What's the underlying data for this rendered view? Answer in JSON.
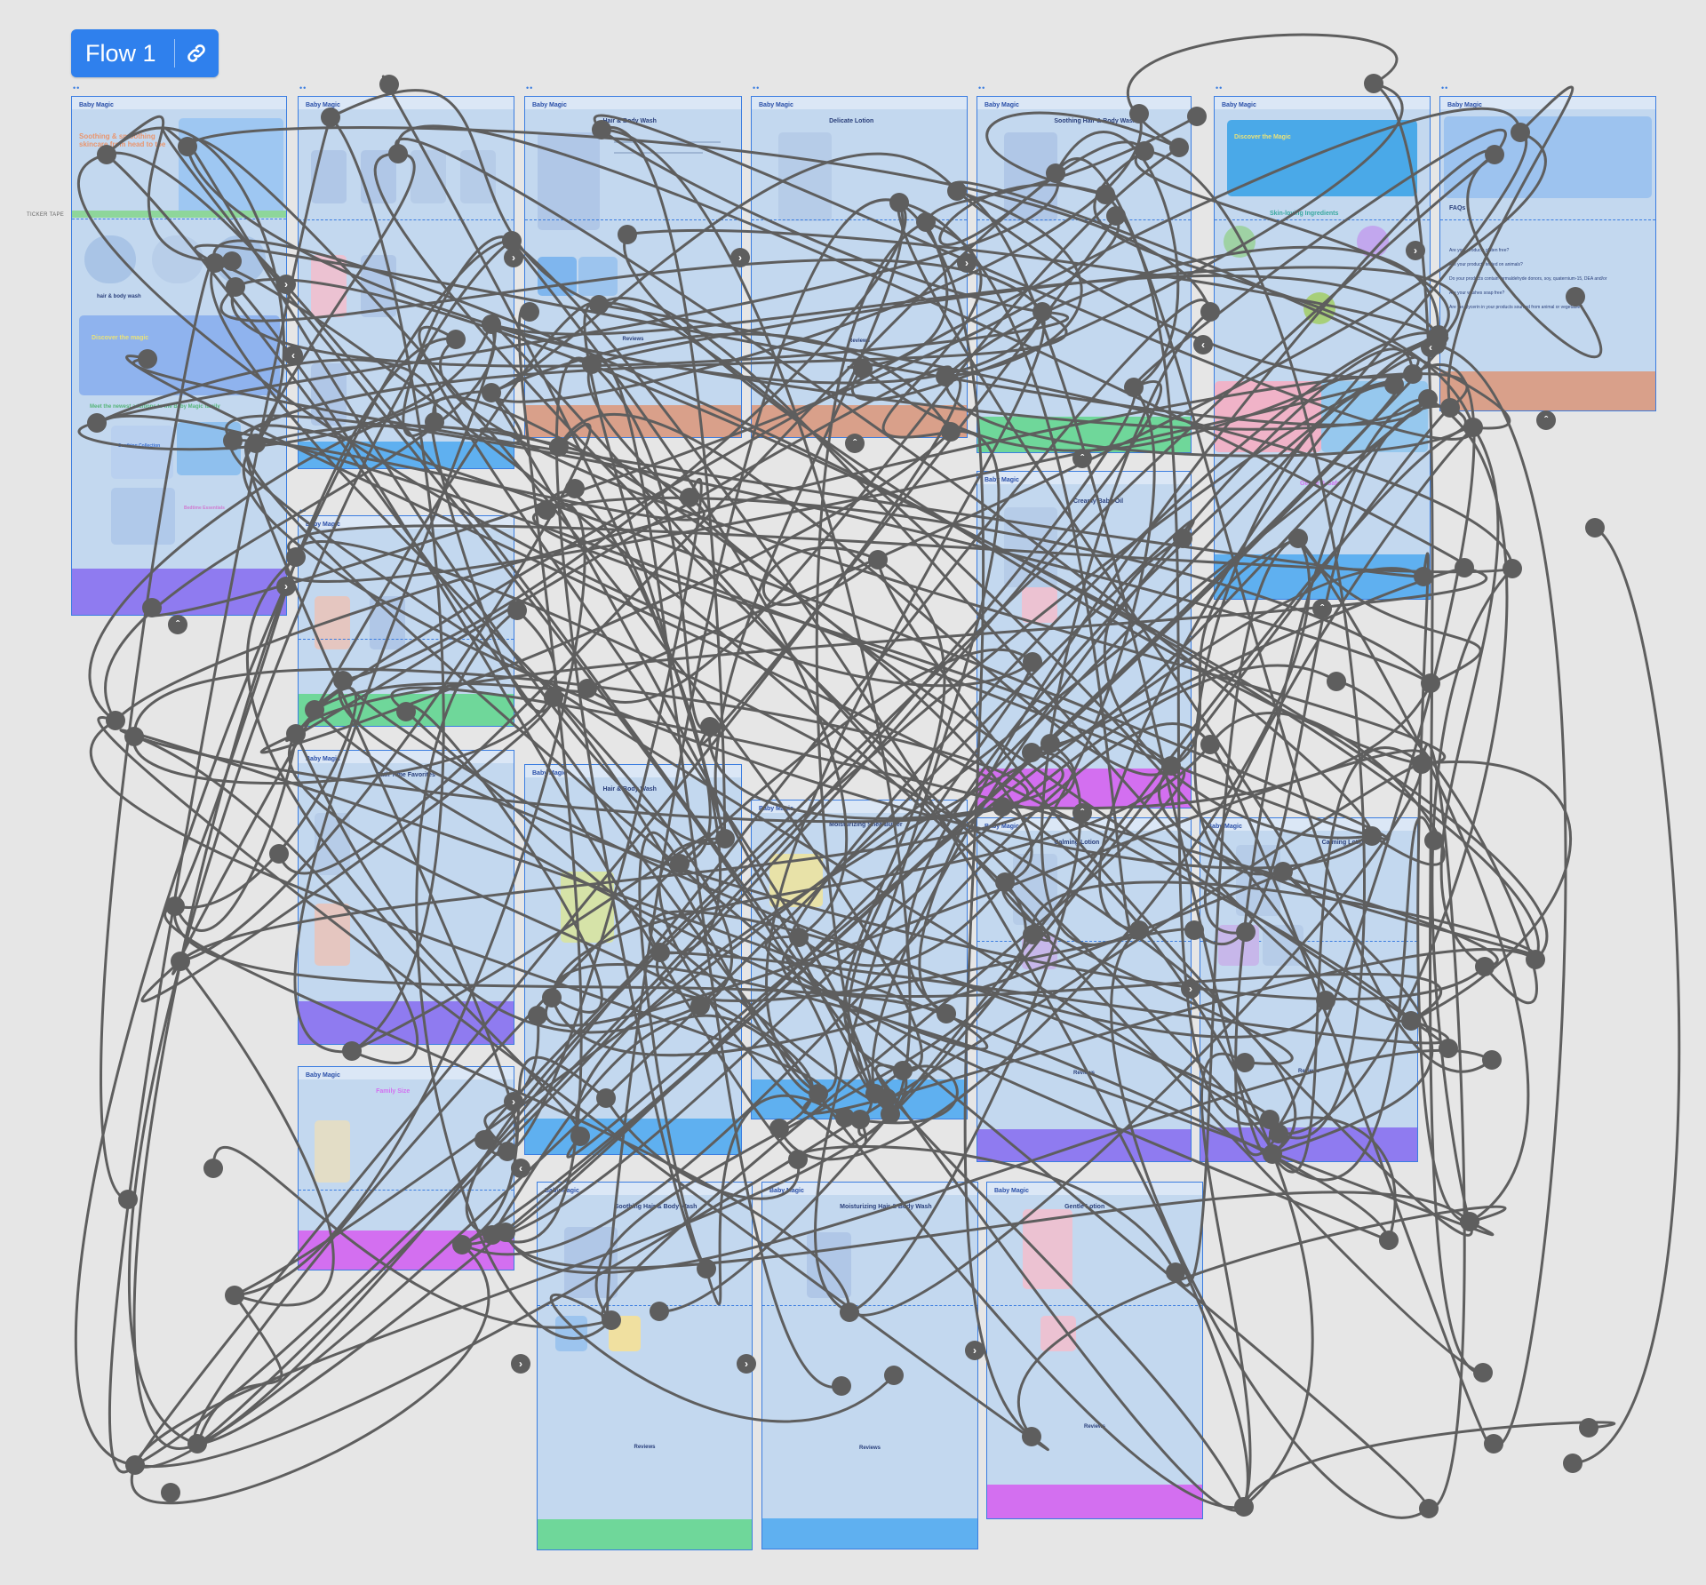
{
  "flow": {
    "label": "Flow 1",
    "link_icon": "link-icon"
  },
  "ticker_label": "TICKER TAPE",
  "colors": {
    "canvas": "#e6e6e6",
    "frame_fill": "#c3d8ef",
    "frame_border": "#3b7de0",
    "connector": "#5e5e5e",
    "badge": "#2f80ed"
  },
  "frames": [
    {
      "id": "home",
      "logo": "Baby Magic",
      "hero": "Soothing & smoothing skincare from head to toe",
      "section1": "hair & body wash",
      "section2": "Discover the magic",
      "section3": "Meet the newest additions to the Baby Magic family",
      "card1": "Soothing Collection",
      "card2": "Bedtime Essentials",
      "band": "#8f7bf0"
    },
    {
      "id": "collection-1",
      "logo": "Baby Magic",
      "title": "",
      "band": "#5fb0f0"
    },
    {
      "id": "pdp-hair-wash-1",
      "logo": "Baby Magic",
      "title": "Hair & Body Wash",
      "reviews": "Reviews",
      "band": "#d9a08a"
    },
    {
      "id": "pdp-lotion-1",
      "logo": "Baby Magic",
      "title": "Delicate Lotion",
      "reviews": "Reviews",
      "band": "#d9a08a"
    },
    {
      "id": "pdp-hair-wash-2",
      "logo": "Baby Magic",
      "title": "Soothing Hair & Body Wash",
      "band": "#6fd79a"
    },
    {
      "id": "about",
      "logo": "Baby Magic",
      "title": "Discover the Magic",
      "subtitle": "Skin-loving Ingredients",
      "section": "Gentle & Safe",
      "band": "#5fb0f0"
    },
    {
      "id": "faq",
      "logo": "Baby Magic",
      "title": "FAQs",
      "faq_items": [
        "Are your products gluten free?",
        "Are your products tested on animals?",
        "Do your products contain formaldehyde donors, soy, quaternium-15, DEA and/or",
        "Are your washes soap free?",
        "Are the glycerin in your products sourced from animal or vegetable?"
      ],
      "band": "#d9a08a"
    },
    {
      "id": "collection-2",
      "logo": "Baby Magic",
      "band": "#6fd79a"
    },
    {
      "id": "pdp-cream-oil",
      "logo": "Baby Magic",
      "title": "Creamy Baby Oil",
      "band": "#d36ff0"
    },
    {
      "id": "collection-3",
      "logo": "Baby Magic",
      "title": "Bath Time Favorites",
      "band": "#8f7bf0"
    },
    {
      "id": "pdp-hair-wash-3",
      "logo": "Baby Magic",
      "title": "Hair & Body Wash",
      "band": "#5fb0f0"
    },
    {
      "id": "pdp-shea-butter",
      "logo": "Baby Magic",
      "title": "Moisturizing Shea Butter",
      "band": "#5fb0f0"
    },
    {
      "id": "pdp-calming-lotion-1",
      "logo": "Baby Magic",
      "title": "Calming Lotion",
      "reviews": "Reviews",
      "band": "#8f7bf0"
    },
    {
      "id": "pdp-calming-lotion-2",
      "logo": "Baby Magic",
      "title": "Calming Lotion",
      "reviews": "Reviews",
      "band": "#8f7bf0"
    },
    {
      "id": "collection-4",
      "logo": "Baby Magic",
      "title": "Family Size",
      "band": "#d36ff0"
    },
    {
      "id": "pdp-soothing-wash",
      "logo": "Baby Magic",
      "title": "Soothing Hair & Body Wash",
      "reviews": "Reviews",
      "band": "#6fd79a"
    },
    {
      "id": "pdp-moisturizing-wash",
      "logo": "Baby Magic",
      "title": "Moisturizing Hair & Body Wash",
      "reviews": "Reviews",
      "band": "#5fb0f0"
    },
    {
      "id": "pdp-gentle-lotion",
      "logo": "Baby Magic",
      "title": "Gentle Lotion",
      "reviews": "Reviews",
      "band": "#d36ff0"
    }
  ]
}
